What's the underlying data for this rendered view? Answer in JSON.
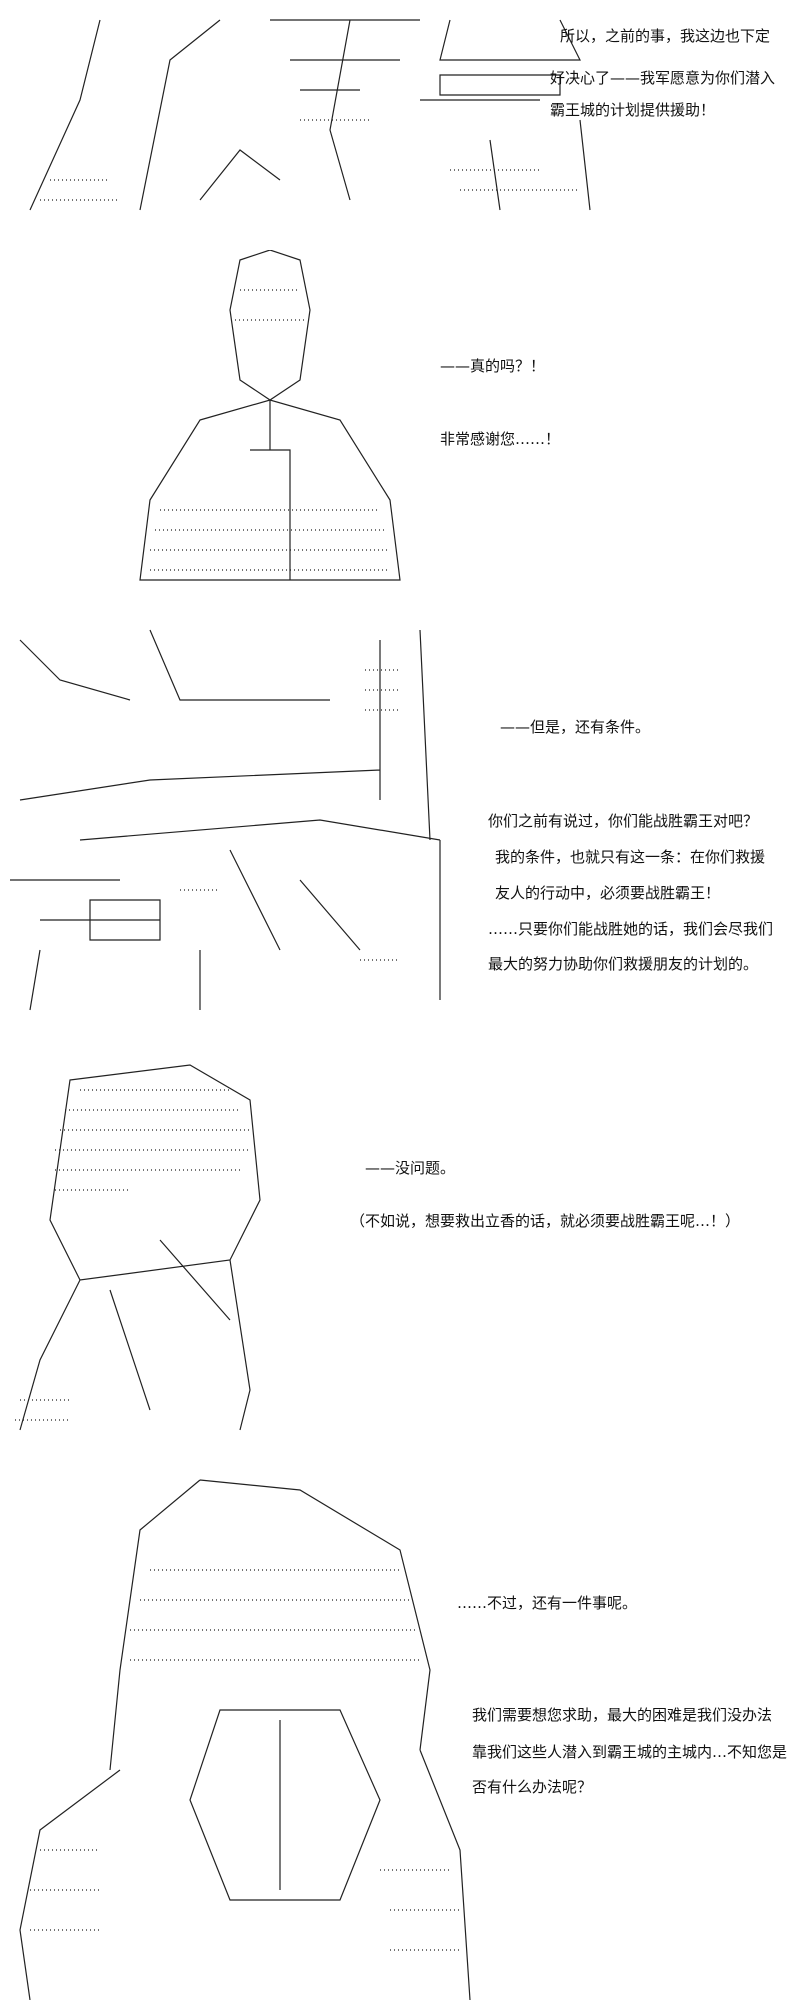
{
  "panels": [
    {
      "lines": [
        "所以，之前的事，我这边也下定",
        "好决心了——我军愿意为你们潜入",
        "霸王城的计划提供援助！"
      ]
    },
    {
      "lines": [
        "——真的吗？！",
        "非常感谢您……！"
      ]
    },
    {
      "lines": [
        "——但是，还有条件。",
        "你们之前有说过，你们能战胜霸王对吧？",
        "我的条件，也就只有这一条：在你们救援",
        "友人的行动中，必须要战胜霸王！",
        "……只要你们能战胜她的话，我们会尽我们",
        "最大的努力协助你们救援朋友的计划的。"
      ]
    },
    {
      "lines": [
        "——没问题。",
        "（不如说，想要救出立香的话，就必须要战胜霸王呢…！）"
      ]
    },
    {
      "lines": [
        "……不过，还有一件事呢。",
        "我们需要想您求助，最大的困难是我们没办法",
        "靠我们这些人潜入到霸王城的主城内…不知您是",
        "否有什么办法呢？"
      ]
    }
  ]
}
